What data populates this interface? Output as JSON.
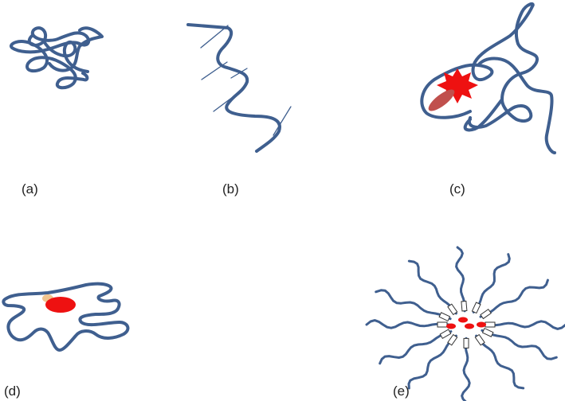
{
  "colors": {
    "chain": "#3f5f8f",
    "burst": "#ee1111",
    "particle_c": "#c0504d",
    "core_red": "#ee1111",
    "tag_tan": "#f1c48e",
    "background": "#ffffff"
  },
  "panels": [
    {
      "id": "a",
      "label": "(a)"
    },
    {
      "id": "b",
      "label": "(b)"
    },
    {
      "id": "c",
      "label": "(c)"
    },
    {
      "id": "d",
      "label": "(d)"
    },
    {
      "id": "e",
      "label": "(e)"
    }
  ]
}
